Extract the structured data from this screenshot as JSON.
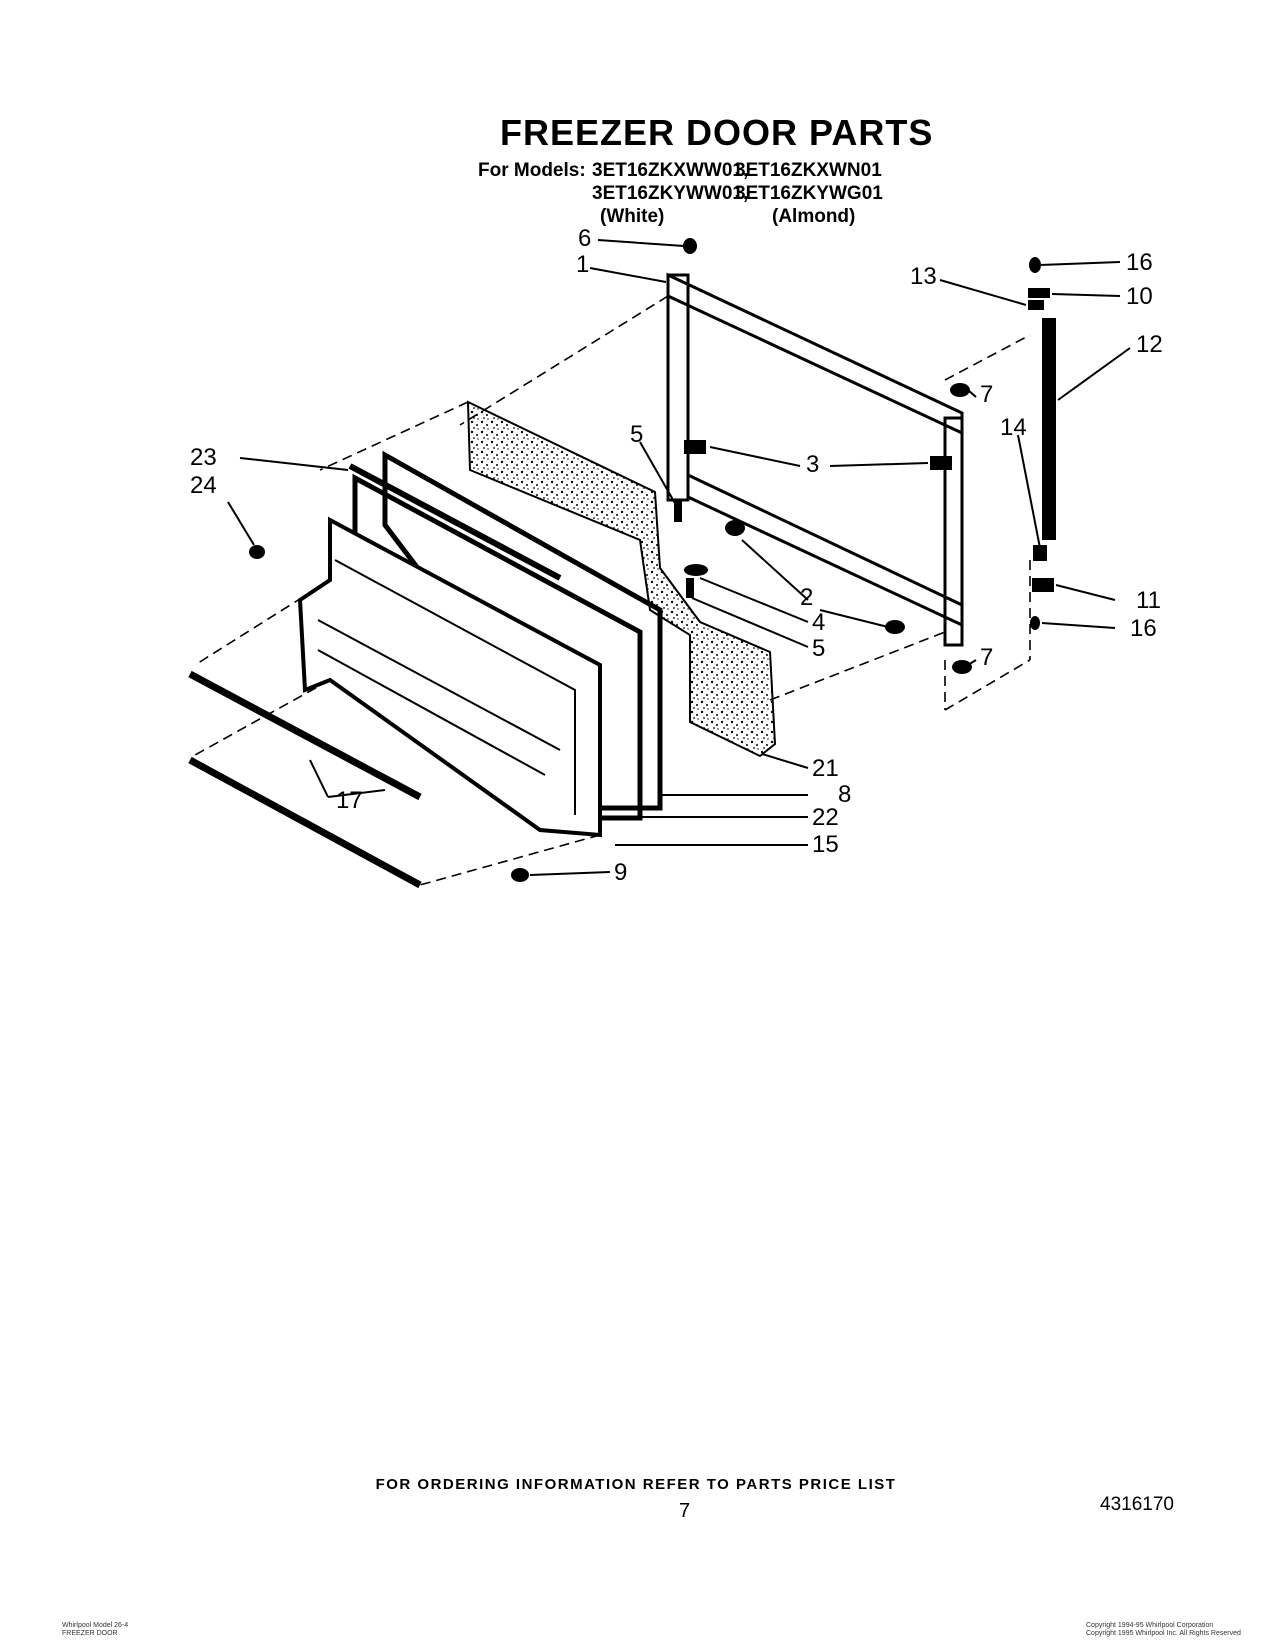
{
  "title": "FREEZER DOOR PARTS",
  "models": {
    "label": "For Models:",
    "row1": [
      "3ET16ZKXWW01,",
      "3ET16ZKXWN01"
    ],
    "row2": [
      "3ET16ZKYWW01,",
      "3ET16ZKYWG01"
    ],
    "colors": [
      "(White)",
      "(Almond)"
    ]
  },
  "callouts": [
    "1",
    "2",
    "3",
    "4",
    "5",
    "5",
    "6",
    "7",
    "7",
    "8",
    "9",
    "10",
    "11",
    "12",
    "13",
    "14",
    "15",
    "16",
    "16",
    "17",
    "21",
    "22",
    "23",
    "24"
  ],
  "footer": {
    "note": "FOR ORDERING INFORMATION REFER TO PARTS PRICE LIST",
    "page_number": "7",
    "doc_number": "4316170"
  },
  "fine_print": {
    "bottom_left": [
      "Whirlpool Model 26-4",
      "FREEZER DOOR"
    ],
    "bottom_right": [
      "Copyright 1994-95 Whirlpool Corporation",
      "Copyright 1995 Whirlpool Inc. All Rights Reserved"
    ]
  }
}
